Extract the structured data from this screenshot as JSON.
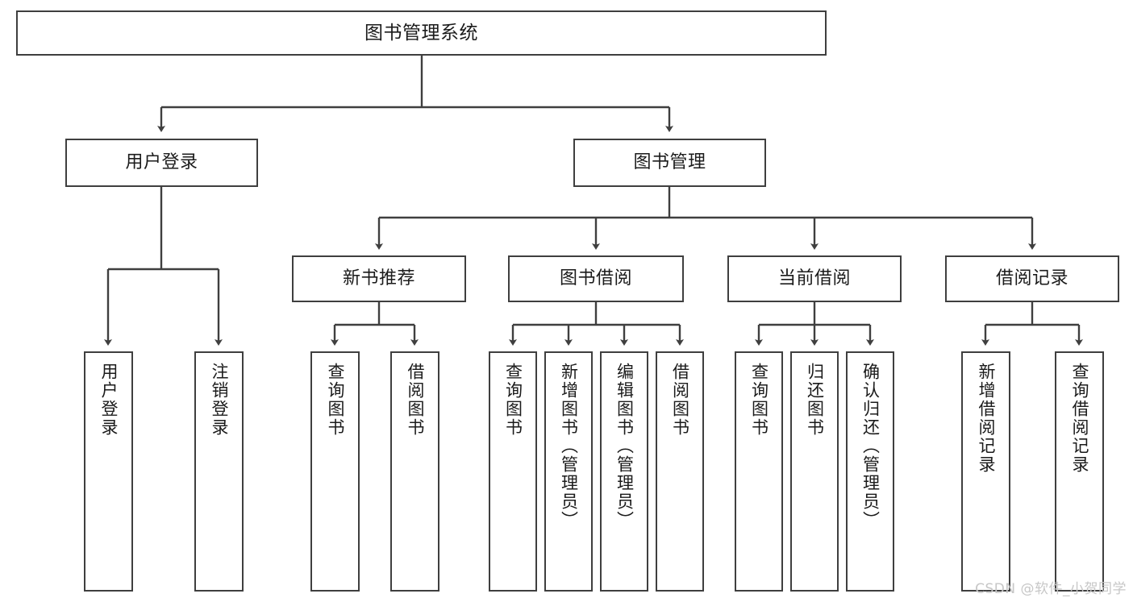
{
  "diagram": {
    "type": "tree-hierarchy",
    "title": "图书管理系统",
    "watermark": "CSDN @软件_小贺同学",
    "colors": {
      "stroke": "#3f3f3f",
      "fill": "#ffffff",
      "text": "#1b1b1b",
      "watermark": "#c7c7c7"
    },
    "root": {
      "label": "图书管理系统"
    },
    "level1": [
      {
        "label": "用户登录"
      },
      {
        "label": "图书管理"
      }
    ],
    "level2": [
      {
        "label": "新书推荐"
      },
      {
        "label": "图书借阅"
      },
      {
        "label": "当前借阅"
      },
      {
        "label": "借阅记录"
      }
    ],
    "leaves": {
      "user_login": [
        {
          "label": "用户登录"
        },
        {
          "label": "注销登录"
        }
      ],
      "new_book": [
        {
          "label": "查询图书"
        },
        {
          "label": "借阅图书"
        }
      ],
      "book_borrow": [
        {
          "label": "查询图书"
        },
        {
          "label": "新增图书（管理员）"
        },
        {
          "label": "编辑图书（管理员）"
        },
        {
          "label": "借阅图书"
        }
      ],
      "current_borrow": [
        {
          "label": "查询图书"
        },
        {
          "label": "归还图书"
        },
        {
          "label": "确认归还（管理员）"
        }
      ],
      "borrow_record": [
        {
          "label": "新增借阅记录"
        },
        {
          "label": "查询借阅记录"
        }
      ]
    }
  }
}
